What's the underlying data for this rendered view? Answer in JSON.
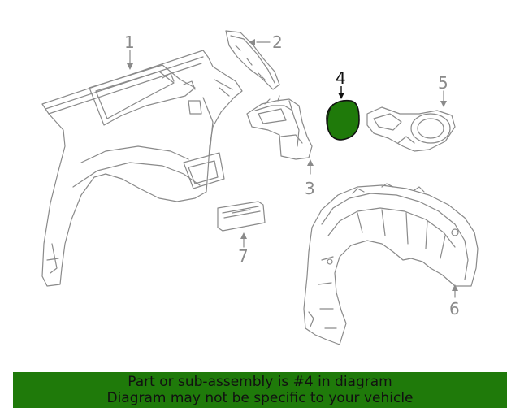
{
  "diagram": {
    "callouts": [
      {
        "id": "1",
        "label": "1"
      },
      {
        "id": "2",
        "label": "2"
      },
      {
        "id": "3",
        "label": "3"
      },
      {
        "id": "4",
        "label": "4"
      },
      {
        "id": "5",
        "label": "5"
      },
      {
        "id": "6",
        "label": "6"
      },
      {
        "id": "7",
        "label": "7"
      }
    ],
    "highlighted_part": "4",
    "highlight_color": "#1f7a0a",
    "line_color": "#8a8a8a"
  },
  "banner": {
    "line1": "Part or sub-assembly is #4 in diagram",
    "line2": "Diagram may not be specific to your vehicle",
    "background": "#1f7a0a"
  }
}
